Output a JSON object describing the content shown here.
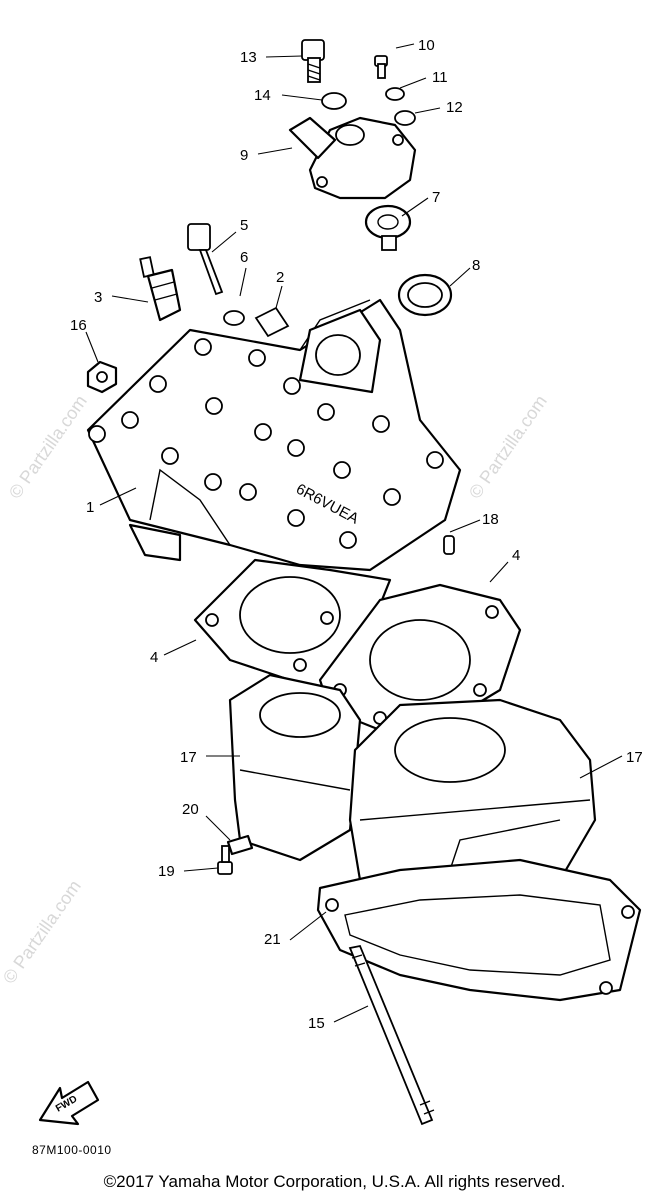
{
  "diagram_code": "87M100-0010",
  "copyright": "©2017 Yamaha Motor Corporation, U.S.A. All rights reserved.",
  "watermark": "© Partzilla.com",
  "fwd_label": "FWD",
  "head_stamp": "6R6VUEA",
  "callouts": [
    "1",
    "2",
    "3",
    "4",
    "4",
    "5",
    "6",
    "7",
    "8",
    "9",
    "10",
    "11",
    "12",
    "13",
    "14",
    "15",
    "16",
    "17",
    "17",
    "18",
    "19",
    "20",
    "21"
  ]
}
